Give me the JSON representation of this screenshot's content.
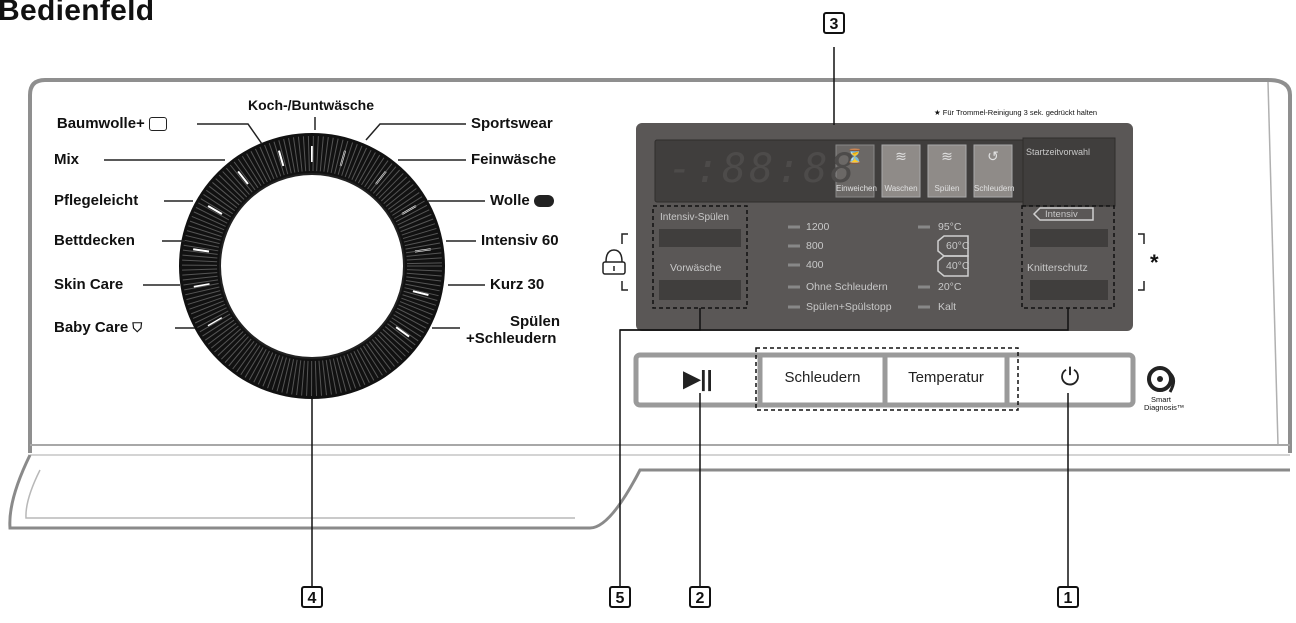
{
  "title": "Bedienfeld",
  "programs_left": [
    "Baumwolle+",
    "Mix",
    "Pflegeleicht",
    "Bettdecken",
    "Skin Care",
    "Baby Care"
  ],
  "program_top": "Koch-/Buntwäsche",
  "programs_right": [
    "Sportswear",
    "Feinwäsche",
    "Wolle",
    "Intensiv 60",
    "Kurz 30",
    "Spülen",
    "+Schleudern"
  ],
  "star_note": "★ Für Trommel-Reinigung 3 sek. gedrückt halten",
  "display": {
    "time_digits": "-:88:88",
    "status_icons": [
      "Einweichen",
      "Waschen",
      "Spülen",
      "Schleudern"
    ],
    "start_delay": "Startzeitvorwahl",
    "left_buttons": [
      "Intensiv-Spülen",
      "Vorwäsche"
    ],
    "right_buttons": [
      "Intensiv",
      "Knitterschutz"
    ],
    "spin_options": [
      "1200",
      "800",
      "400",
      "Ohne Schleudern",
      "Spülen+Spülstopp"
    ],
    "temp_options": [
      "95°C",
      "60°C",
      "40°C",
      "20°C",
      "Kalt"
    ]
  },
  "buttons": {
    "play_pause": "▶||",
    "spin": "Schleudern",
    "temperature": "Temperatur",
    "power": "⏻"
  },
  "smart": [
    "Smart",
    "Diagnosis™"
  ],
  "callouts": [
    "1",
    "2",
    "3",
    "4",
    "5"
  ],
  "colors": {
    "panel": "#5a5756",
    "lcd": "#403e3d",
    "lcd_text": "#c8c8c8",
    "outline": "#9a9a9a"
  }
}
